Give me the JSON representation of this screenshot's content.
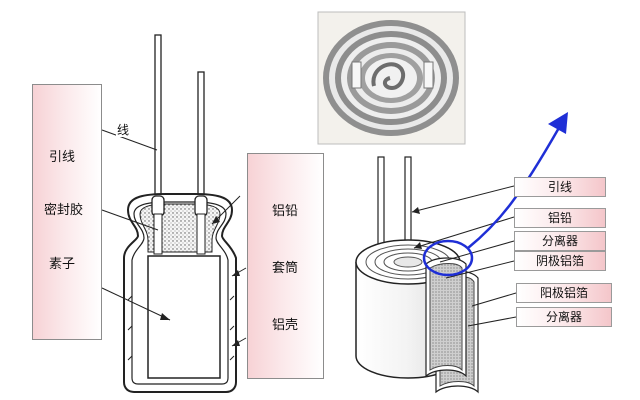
{
  "left_labels": [
    "引线",
    "密封胶",
    "素子"
  ],
  "cut_label": "线",
  "middle_labels": [
    "铝铅",
    "套筒",
    "铝壳"
  ],
  "right_labels": [
    "引线",
    "铝铅",
    "分离器",
    "阴极铝箔",
    "阳极铝箔",
    "分离器"
  ],
  "colors": {
    "box_pink": "#f7d2d5",
    "arrow_blue": "#1f2fd6",
    "line": "#222222"
  }
}
